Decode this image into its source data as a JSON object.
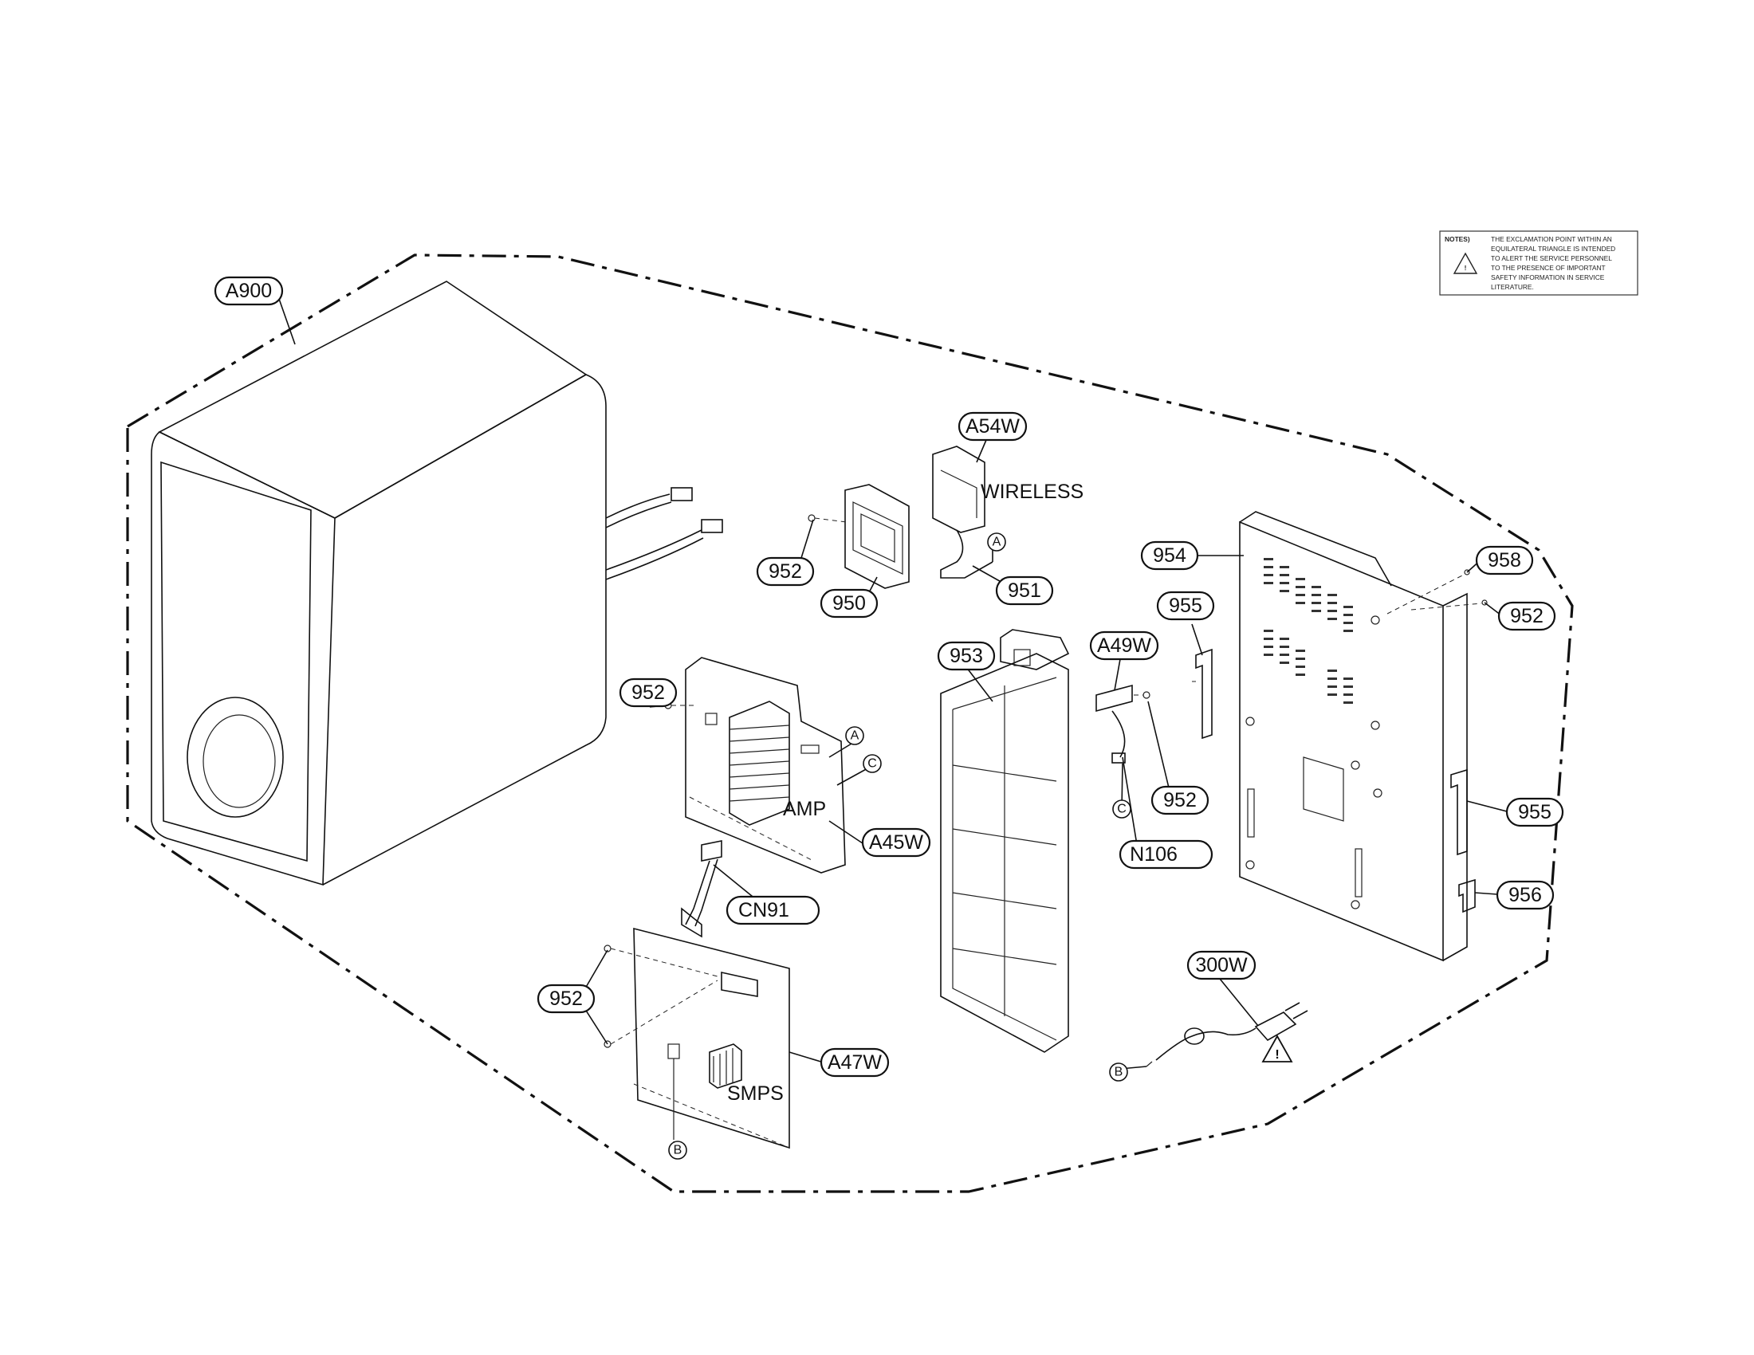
{
  "notes": {
    "heading": "NOTES)",
    "lines": [
      "THE EXCLAMATION POINT WITHIN AN",
      "EQUILATERAL TRIANGLE IS INTENDED",
      "TO ALERT THE SERVICE PERSONNEL",
      "TO THE PRESENCE OF IMPORTANT",
      "SAFETY INFORMATION IN SERVICE",
      "LITERATURE."
    ]
  },
  "part_labels": {
    "a900": "A900",
    "a54w": "A54W",
    "p952_top": "952",
    "p950": "950",
    "p951": "951",
    "p954": "954",
    "p958": "958",
    "p952_right": "952",
    "p955_top": "955",
    "a49w": "A49W",
    "p953": "953",
    "p952_amp": "952",
    "a45w": "A45W",
    "p952_mid": "952",
    "n106": "N106",
    "p955_right": "955",
    "cn91": "CN91",
    "p956": "956",
    "p300w": "300W",
    "p952_smps": "952",
    "a47w": "A47W"
  },
  "board_names": {
    "wireless": "WIRELESS",
    "amp": "AMP",
    "smps": "SMPS"
  },
  "connector_refs": {
    "a_wireless": "A",
    "a_amp": "A",
    "c_amp": "C",
    "c_a49w": "C",
    "b_smps": "B",
    "b_cord": "B"
  },
  "warning_symbol": "!"
}
